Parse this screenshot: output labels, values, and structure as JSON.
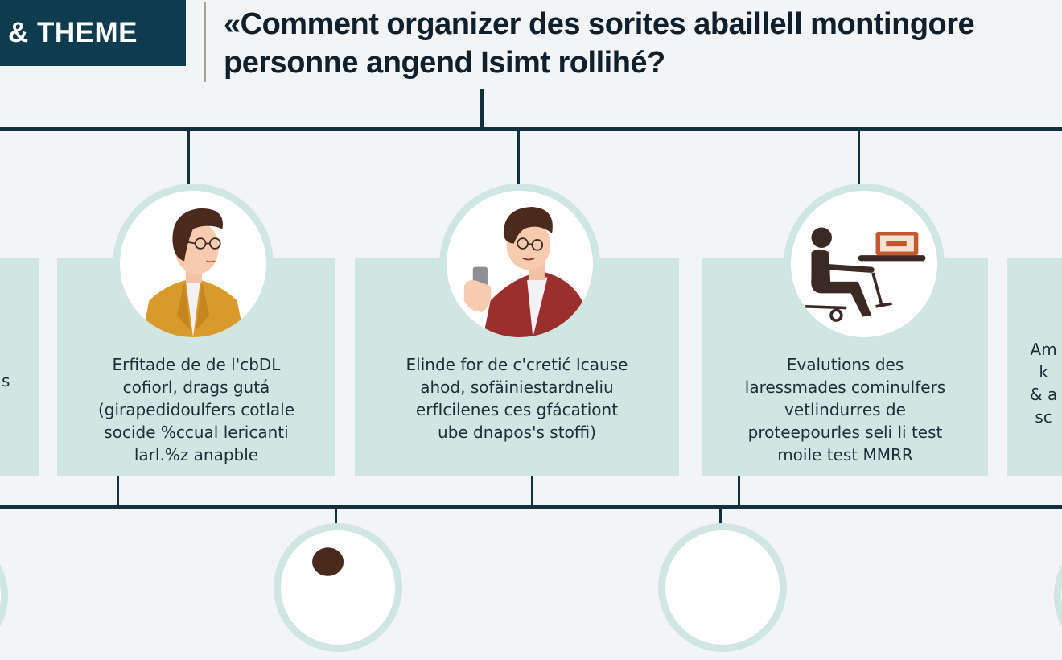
{
  "header": {
    "theme_label": "& THEME",
    "title": "«Comment organizer des sorites abaillell montingore\npersonne angend Isimt rollihé?"
  },
  "colors": {
    "background": "#f3f4f5",
    "badge": "#0e3b4d",
    "card": "#cfe6e3",
    "connector": "#12303e",
    "text": "#1a2f38"
  },
  "cards": [
    {
      "id": "left-partial",
      "text": "s",
      "icon": "none"
    },
    {
      "id": "card-1",
      "text": "Erfitade de de l'cbDL\ncofiorl, drags gutá\n(girapedidoulfers cotlale\nsocide %ccual lericanti\nlarl.%z anapble",
      "icon": "man-with-glasses-icon"
    },
    {
      "id": "card-2",
      "text": "Elinde for de c'cretić Icause\nahod, sofäiniestardneliu\nerfIcilenes ces gfácationt\nube dnapos's stoffi)",
      "icon": "man-holding-device-icon"
    },
    {
      "id": "card-3",
      "text": "Evalutions des\nlaressmades cominulfers\nvetlindurres de\nproteepourles seli li test\nmoile test MMRR",
      "icon": "wheelchair-user-at-laptop-icon"
    },
    {
      "id": "right-partial",
      "text": "Am\nk\n& a\nsc",
      "icon": "none"
    }
  ]
}
